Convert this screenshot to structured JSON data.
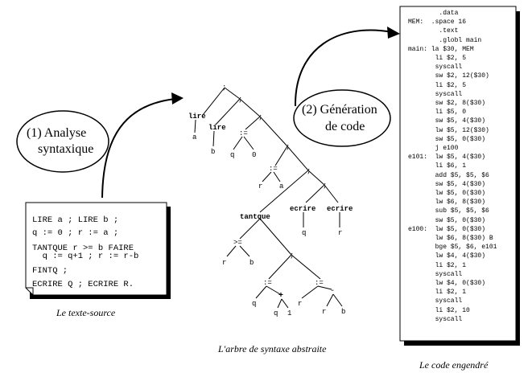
{
  "bubbles": {
    "analysis_line1": "(1) Analyse",
    "analysis_line2": "syntaxique",
    "generation_line1": "(2) Génération",
    "generation_line2": "de code"
  },
  "source": {
    "lines": [
      "LIRE a ; LIRE b ;",
      "q := 0 ; r := a ;",
      "TANTQUE r >= b FAIRE",
      "  q := q+1 ; r := r-b",
      "FINTQ ;",
      "ECRIRE Q ; ECRIRE R."
    ],
    "caption": "Le texte-source"
  },
  "tree": {
    "caption": "L'arbre de syntaxe abstraite",
    "labels": {
      "seq": ";",
      "lire": "lire",
      "assign": ":=",
      "ecrire": "ecrire",
      "tantque": "tantque",
      "ge": ">=",
      "plus": "+",
      "minus": "-",
      "a": "a",
      "b": "b",
      "q": "q",
      "r": "r",
      "zero": "0",
      "one": "1"
    }
  },
  "code": {
    "caption": "Le code engendré",
    "lines": [
      "        .data",
      "MEM:  .space 16",
      "        .text",
      "        .globl main",
      "main: la $30, MEM",
      "       li $2, 5",
      "       syscall",
      "       sw $2, 12($30)",
      "       li $2, 5",
      "       syscall",
      "       sw $2, 8($30)",
      "       li $5, 0",
      "       sw $5, 4($30)",
      "       lw $5, 12($30)",
      "       sw $5, 0($30)",
      "       j e100",
      "e101:  lw $5, 4($30)",
      "       li $6, 1",
      "       add $5, $5, $6",
      "       sw $5, 4($30)",
      "       lw $5, 0($30)",
      "       lw $6, 8($30)",
      "       sub $5, $5, $6",
      "       sw $5, 0($30)",
      "e100:  lw $5, 0($30)",
      "       lw $6, 8($30) B",
      "       bge $5, $6, e101",
      "       lw $4, 4($30)",
      "       li $2, 1",
      "       syscall",
      "       lw $4, 0($30)",
      "       li $2, 1",
      "       syscall",
      "       li $2, 10",
      "       syscall"
    ]
  }
}
